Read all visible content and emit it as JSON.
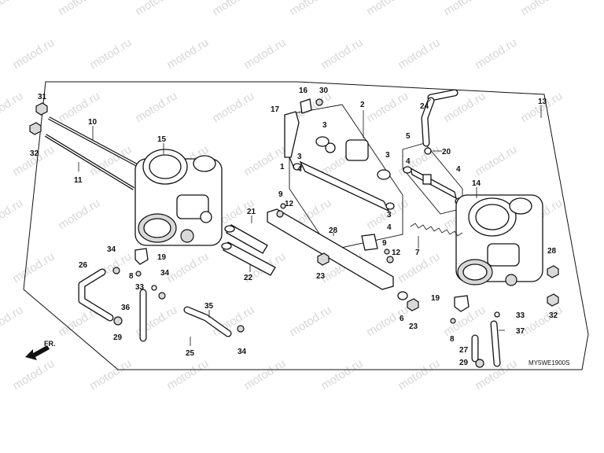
{
  "watermark": "motod.ru",
  "diagram_code": "MY5WE1900S",
  "direction_label": "FR.",
  "icons": {
    "front_arrow": "arrow-left-down-icon"
  },
  "callouts": [
    "1",
    "2",
    "3",
    "4",
    "5",
    "6",
    "7",
    "8",
    "9",
    "10",
    "11",
    "12",
    "13",
    "14",
    "15",
    "16",
    "17",
    "19",
    "20",
    "21",
    "22",
    "23",
    "24",
    "25",
    "26",
    "27",
    "28",
    "29",
    "30",
    "31",
    "32",
    "33",
    "34",
    "35",
    "36",
    "37"
  ]
}
